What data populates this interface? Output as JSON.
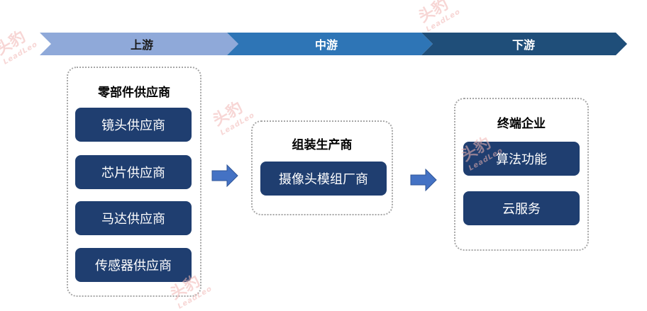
{
  "stages": [
    {
      "label": "上游",
      "color": "#8fa9d9",
      "text_color": "#1a1a1a"
    },
    {
      "label": "中游",
      "color": "#2e75b6",
      "text_color": "#ffffff"
    },
    {
      "label": "下游",
      "color": "#1f4e79",
      "text_color": "#ffffff"
    }
  ],
  "groups": {
    "upstream": {
      "title": "零部件供应商",
      "items": [
        "镜头供应商",
        "芯片供应商",
        "马达供应商",
        "传感器供应商"
      ]
    },
    "midstream": {
      "title": "组装生产商",
      "items": [
        "摄像头模组厂商"
      ]
    },
    "downstream": {
      "title": "终端企业",
      "items": [
        "算法功能",
        "云服务"
      ]
    }
  },
  "watermark": {
    "cn": "头豹",
    "en": "LeadLeo"
  },
  "colors": {
    "pill": "#1f3e70",
    "arrow": "#4472c4",
    "border": "#a6a6a6"
  }
}
